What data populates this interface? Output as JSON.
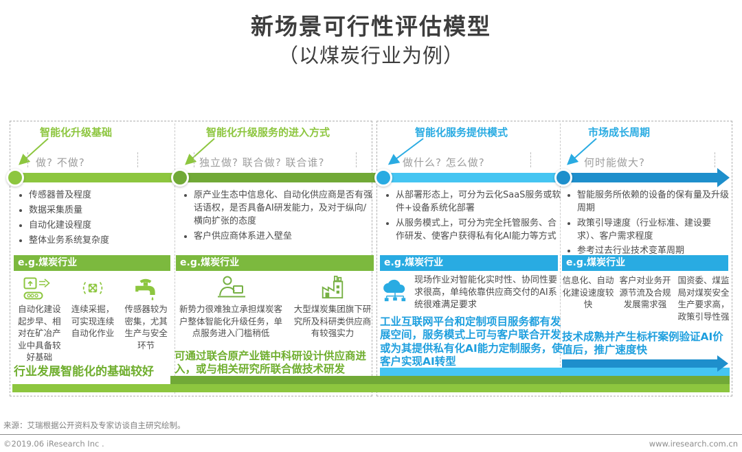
{
  "title": {
    "main": "新场景可行性评估模型",
    "sub": "（以煤炭行业为例）"
  },
  "colors": {
    "green_light": "#8DC63F",
    "green_dark": "#71A937",
    "blue_light": "#45C5F2",
    "blue": "#29ABE2",
    "blue_dark": "#1E8FCC"
  },
  "columns": [
    {
      "label": "智能化升级基础",
      "question": "做? 不做?",
      "bullets": [
        "传感器普及程度",
        "数据采集质量",
        "自动化建设程度",
        "整体业务系统复杂度"
      ],
      "eg_label": "e.g.煤炭行业",
      "eg_items": [
        {
          "icon": "conveyor-automation-icon",
          "text": "自动化建设起步早、相对在矿冶产业中具备较好基础"
        },
        {
          "icon": "continuous-cycle-icon",
          "text": "连续采掘，可实现连续自动化作业"
        },
        {
          "icon": "faucet-icon",
          "text": "传感器较为密集，尤其生产与安全环节"
        }
      ],
      "conclusion": "行业发展智能化的基础较好"
    },
    {
      "label": "智能化升级服务的进入方式",
      "question": "独立做? 联合做? 联合谁?",
      "bullets": [
        "原产业生态中信息化、自动化供应商是否有强话语权，是否具备AI研发能力，及对于纵向/横向扩张的态度",
        "客户供应商体系进入壁垒"
      ],
      "eg_label": "e.g.煤炭行业",
      "eg_items": [
        {
          "icon": "worker-computer-icon",
          "text": "新势力很难独立承担煤炭客户整体智能化升级任务，单点服务进入门槛稍低"
        },
        {
          "icon": "factory-icon",
          "text": "大型煤炭集团旗下研究所及科研类供应商有较强实力"
        }
      ],
      "conclusion": "可通过联合原产业链中科研设计供应商进入，或与相关研究所联合做技术研发"
    },
    {
      "label": "智能化服务提供模式",
      "question": "做什么? 怎么做?",
      "bullets": [
        "从部署形态上，可分为云化SaaS服务或软件+设备系统化部署",
        "从服务模式上，可分为完全托管服务、合作研发、使客户获得私有化AI能力等方式"
      ],
      "eg_label": "e.g.煤炭行业",
      "eg_items": [
        {
          "icon": "cloud-network-icon",
          "text": "现场作业对智能化实时性、协同性要求很高，单纯依靠供应商交付的AI系统很难满足要求"
        }
      ],
      "conclusion": "工业互联网平台和定制项目服务都有发展空间，服务模式上可与客户联合开发或为其提供私有化AI能力定制服务，使客户实现AI转型"
    },
    {
      "label": "市场成长周期",
      "question": "何时能做大?",
      "bullets": [
        "智能服务所依赖的设备的保有量及升级周期",
        "政策引导速度（行业标准、建设要求）、客户需求程度",
        "参考过去行业技术变革周期"
      ],
      "eg_label": "e.g.煤炭行业",
      "eg_items": [
        {
          "text": "信息化、自动化建设速度较快"
        },
        {
          "text": "客户对业务开源节流及合规发展需求强"
        },
        {
          "text": "国资委、煤监局对煤炭安全生产要求高，政策引导性强"
        }
      ],
      "conclusion": "技术成熟并产生标杆案例验证AI价值后，推广速度快"
    }
  ],
  "footer": {
    "source": "来源：艾瑞根据公开资料及专家访谈自主研究绘制。",
    "copyright": "©2019.06 iResearch Inc .",
    "website": "www.iresearch.com.cn"
  }
}
